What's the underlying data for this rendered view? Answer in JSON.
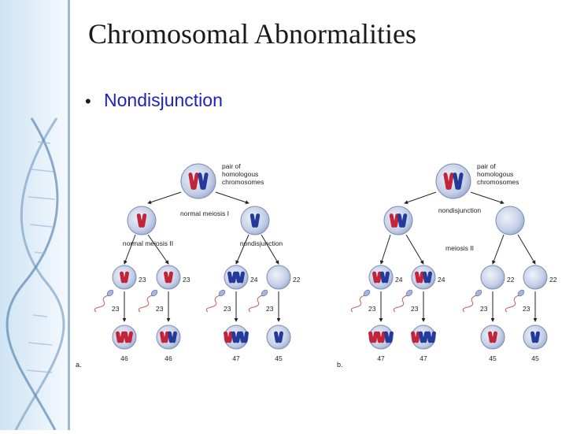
{
  "slide": {
    "title": "Chromosomal Abnormalities",
    "bullets": [
      {
        "text": "Nondisjunction"
      }
    ]
  },
  "colors": {
    "maternal_chromosome": "#c4243a",
    "paternal_chromosome": "#243a9a",
    "cell_fill": "#b6c3e0",
    "title_text": "#1a1a1a",
    "bullet_text": "#2020c0"
  },
  "figure": {
    "panel_a": {
      "panel_label": "a.",
      "top_label": "pair of homologous chromosomes",
      "meiosis1_label": "normal meiosis I",
      "left_meiosis2_label": "normal meiosis II",
      "right_meiosis2_label": "nondisjunction",
      "gamete_counts": [
        "23",
        "23",
        "24",
        "22"
      ],
      "sperm_counts": [
        "23",
        "23",
        "23",
        "23"
      ],
      "zygote_counts": [
        "46",
        "46",
        "47",
        "45"
      ]
    },
    "panel_b": {
      "panel_label": "b.",
      "top_label": "pair of homologous chromosomes",
      "meiosis1_label": "nondisjunction",
      "meiosis2_label": "meiosis II",
      "gamete_counts": [
        "24",
        "24",
        "22",
        "22"
      ],
      "sperm_counts": [
        "23",
        "23",
        "23",
        "23"
      ],
      "zygote_counts": [
        "47",
        "47",
        "45",
        "45"
      ]
    }
  }
}
